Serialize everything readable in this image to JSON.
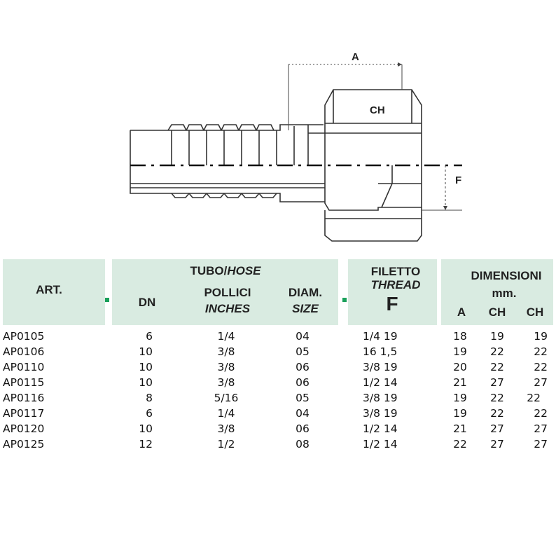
{
  "drawing": {
    "dim_a": "A",
    "dim_ch": "CH",
    "dim_f": "F"
  },
  "header": {
    "art": "ART.",
    "tubo": "TUBO/",
    "hose": "HOSE",
    "dn": "DN",
    "pollici": "POLLICI",
    "inches": "INCHES",
    "diam": "DIAM.",
    "size": "SIZE",
    "filetto": "FILETTO",
    "thread": "THREAD",
    "f": "F",
    "dimensioni": "DIMENSIONI",
    "mm": "mm.",
    "a": "A",
    "ch1": "CH",
    "ch2": "CH"
  },
  "rows": [
    {
      "art": "AP0105",
      "dn": "6",
      "inches": "1/4",
      "size": "04",
      "thread": "1/4 19",
      "a": "18",
      "ch1": "19",
      "ch2": "19"
    },
    {
      "art": "AP0106",
      "dn": "10",
      "inches": "3/8",
      "size": "05",
      "thread": "16 1,5",
      "a": "19",
      "ch1": "22",
      "ch2": "22"
    },
    {
      "art": "AP0110",
      "dn": "10",
      "inches": "3/8",
      "size": "06",
      "thread": "3/8  19",
      "a": "20",
      "ch1": "22",
      "ch2": "22"
    },
    {
      "art": "AP0115",
      "dn": "10",
      "inches": "3/8",
      "size": "06",
      "thread": "1/2  14",
      "a": "21",
      "ch1": "27",
      "ch2": "27"
    },
    {
      "art": "AP0116",
      "dn": "8",
      "inches": "5/16",
      "size": "05",
      "thread": "3/8  19",
      "a": "19",
      "ch1": "22",
      "ch2": "22"
    },
    {
      "art": "AP0117",
      "dn": "6",
      "inches": "1/4",
      "size": "04",
      "thread": "3/8  19",
      "a": "19",
      "ch1": "22",
      "ch2": "22"
    },
    {
      "art": "AP0120",
      "dn": "10",
      "inches": "3/8",
      "size": "06",
      "thread": "1/2  14",
      "a": "21",
      "ch1": "27",
      "ch2": "27"
    },
    {
      "art": "AP0125",
      "dn": "12",
      "inches": "1/2",
      "size": "08",
      "thread": "1/2  14",
      "a": "22",
      "ch1": "27",
      "ch2": "27"
    }
  ]
}
